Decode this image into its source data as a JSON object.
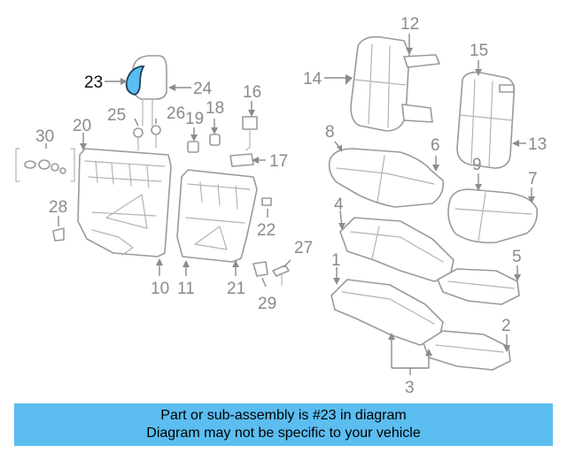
{
  "highlight": {
    "color": "#5bbdf0",
    "part_number": "23"
  },
  "callouts": {
    "c1": "1",
    "c2": "2",
    "c3": "3",
    "c4": "4",
    "c5": "5",
    "c6": "6",
    "c7": "7",
    "c8": "8",
    "c9": "9",
    "c10": "10",
    "c11": "11",
    "c12": "12",
    "c13": "13",
    "c14": "14",
    "c15": "15",
    "c16": "16",
    "c17": "17",
    "c18": "18",
    "c19": "19",
    "c20": "20",
    "c21": "21",
    "c22": "22",
    "c23": "23",
    "c24": "24",
    "c25": "25",
    "c26": "26",
    "c27": "27",
    "c28": "28",
    "c29": "29",
    "c30": "30"
  },
  "banner": {
    "line1": "Part or sub-assembly is #23 in diagram",
    "line2": "Diagram may not be specific to your vehicle"
  }
}
